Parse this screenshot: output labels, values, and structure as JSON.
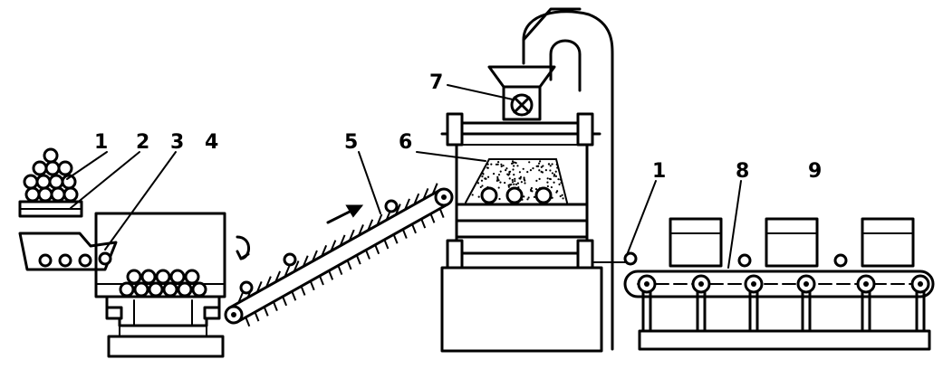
{
  "labels": {
    "l1a": "1",
    "l2": "2",
    "l3": "3",
    "l4": "4",
    "l5": "5",
    "l6": "6",
    "l7": "7",
    "l1b": "1",
    "l8": "8",
    "l9": "9"
  }
}
